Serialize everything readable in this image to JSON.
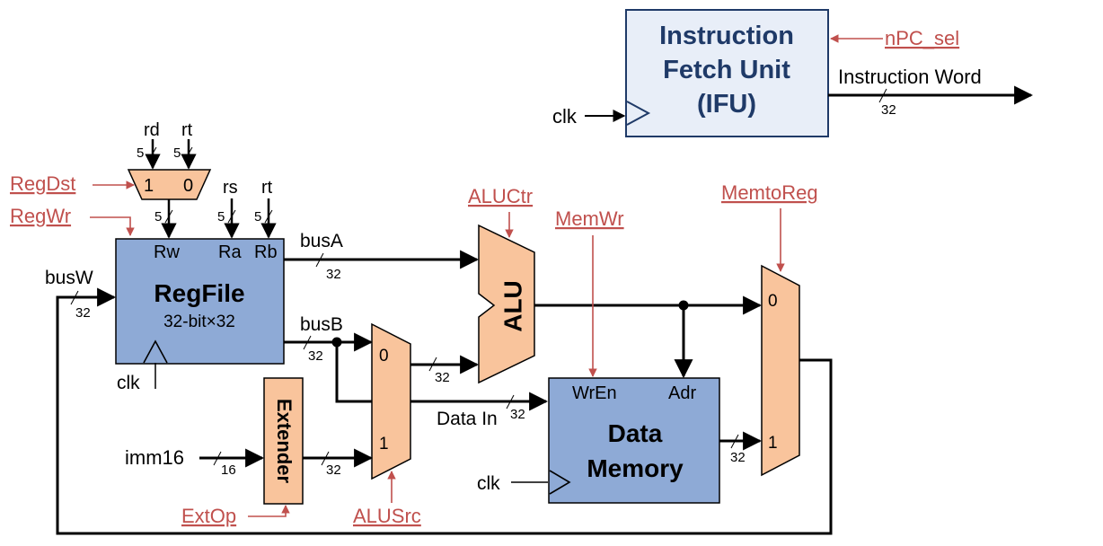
{
  "ifu": {
    "line1": "Instruction",
    "line2": "Fetch Unit",
    "line3": "(IFU)",
    "npc_sel": "nPC_sel",
    "output": "Instruction Word",
    "clk": "clk",
    "width": "32"
  },
  "regdst_mux": {
    "in1": "1",
    "in0": "0",
    "rd": "rd",
    "rt": "rt",
    "w_rd": "5",
    "w_rt": "5",
    "w_out": "5"
  },
  "controls": {
    "regdst": "RegDst",
    "regwr": "RegWr",
    "aluctr": "ALUCtr",
    "memwr": "MemWr",
    "memtoreg": "MemtoReg",
    "extop": "ExtOp",
    "alusrc": "ALUSrc"
  },
  "regfile": {
    "title": "RegFile",
    "subtitle": "32-bit×32",
    "rw": "Rw",
    "ra": "Ra",
    "rb": "Rb",
    "clk": "clk",
    "rs": "rs",
    "rt": "rt",
    "w_rs": "5",
    "w_rt": "5"
  },
  "buses": {
    "busA": "busA",
    "busB": "busB",
    "busW": "busW",
    "w_busA": "32",
    "w_busB": "32",
    "w_busW": "32",
    "w_alub": "32",
    "w_ext": "32",
    "w_datain": "32",
    "w_mem": "32"
  },
  "alu": {
    "label": "ALU"
  },
  "alusrc_mux": {
    "in0": "0",
    "in1": "1"
  },
  "extender": {
    "label": "Extender",
    "input": "imm16",
    "w_in": "16"
  },
  "memory": {
    "line1": "Data",
    "line2": "Memory",
    "wren": "WrEn",
    "adr": "Adr",
    "datain": "Data In",
    "clk": "clk"
  },
  "memtoreg_mux": {
    "in0": "0",
    "in1": "1"
  }
}
